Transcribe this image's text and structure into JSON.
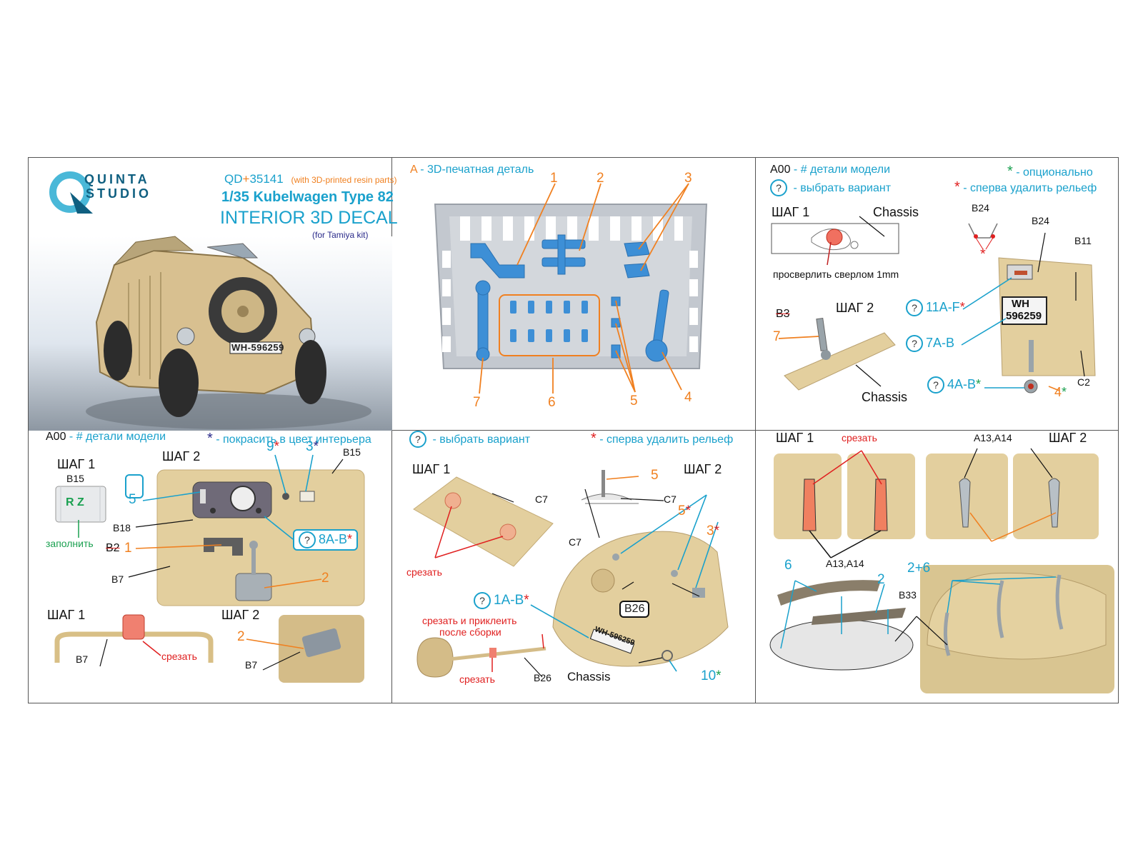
{
  "brand": {
    "line1": "QUINTA",
    "line2": "STUDIO"
  },
  "product": {
    "code_prefix": "QD",
    "code_plus": "+",
    "code_number": "35141",
    "code_note": "(with 3D-printed resin parts)",
    "model": "1/35 Kubelwagen Type 82",
    "title": "INTERIOR 3D DECAL",
    "kit_note": "(for Tamiya kit)",
    "plate": "WH-596259"
  },
  "legend": {
    "printed_part_letter": "A",
    "printed_part_text": " - 3D-печатная деталь",
    "model_part_code": "A00",
    "model_part_text": " - # детали модели",
    "choose_variant_text": " - выбрать вариант",
    "optional_text": " - опционально",
    "remove_relief_text": " - сперва удалить рельеф",
    "paint_interior_text": " - покрасить в цвет интерьера",
    "question_mark": "?",
    "asterisk": "*"
  },
  "tray": {
    "callouts": [
      "1",
      "2",
      "3",
      "4",
      "5",
      "6",
      "7"
    ]
  },
  "panel_chassis": {
    "step1": "ШАГ 1",
    "chassis_label": "Chassis",
    "drill_note": "просверлить сверлом 1mm",
    "step2": "ШАГ 2",
    "b3": "B3",
    "n7": "7",
    "chassis_label2": "Chassis",
    "b24_small": "B24",
    "b24": "B24",
    "b11": "B11",
    "variant_11": "11A-F",
    "variant_7": "7A-B",
    "variant_4": "4A-B",
    "n4": "4",
    "c2": "C2",
    "plate_line1": "WH",
    "plate_line2": "596259"
  },
  "panel_dash": {
    "step1": "ШАГ 1",
    "b15_left": "B15",
    "fill_note": "заполнить",
    "logo_text": "R Z",
    "step2": "ШАГ 2",
    "n9": "9",
    "n3": "3",
    "b15": "B15",
    "n5": "5",
    "b18": "B18",
    "variant_8": "8A-B",
    "b2": "B2",
    "n1": "1",
    "n2": "2",
    "b7": "B7",
    "step1_bottom": "ШАГ 1",
    "b7_bottom": "B7",
    "cut": "срезать",
    "step2_bottom": "ШАГ 2",
    "n2_bottom": "2",
    "b7_bottom2": "B7"
  },
  "panel_hood": {
    "step1": "ШАГ 1",
    "c7": "C7",
    "cut": "срезать",
    "step2": "ШАГ 2",
    "n5_top": "5",
    "c7_top": "C7",
    "c7_mid": "C7",
    "n5": "5",
    "n3": "3",
    "variant_1": "1A-B",
    "glue_note_line1": "срезать и приклеить",
    "glue_note_line2": "после сборки",
    "b26_box": "B26",
    "plate": "WH-596259",
    "cut_bottom": "срезать",
    "b26": "B26",
    "chassis": "Chassis",
    "n10": "10"
  },
  "panel_top": {
    "step1": "ШАГ 1",
    "cut": "срезать",
    "a13a14_top": "A13,A14",
    "step2": "ШАГ 2",
    "a13a14_mid": "A13,A14",
    "n6": "6",
    "n2": "2",
    "n26": "2+6",
    "b33": "B33"
  },
  "colors": {
    "cyan": "#1aa1cc",
    "orange": "#f08020",
    "red": "#e02020",
    "green": "#1aa050",
    "navy": "#2a2a8a",
    "resin_blue": "#3d8fd6",
    "tray_grey": "#b8bec6",
    "tan": "#e3cf9e"
  }
}
